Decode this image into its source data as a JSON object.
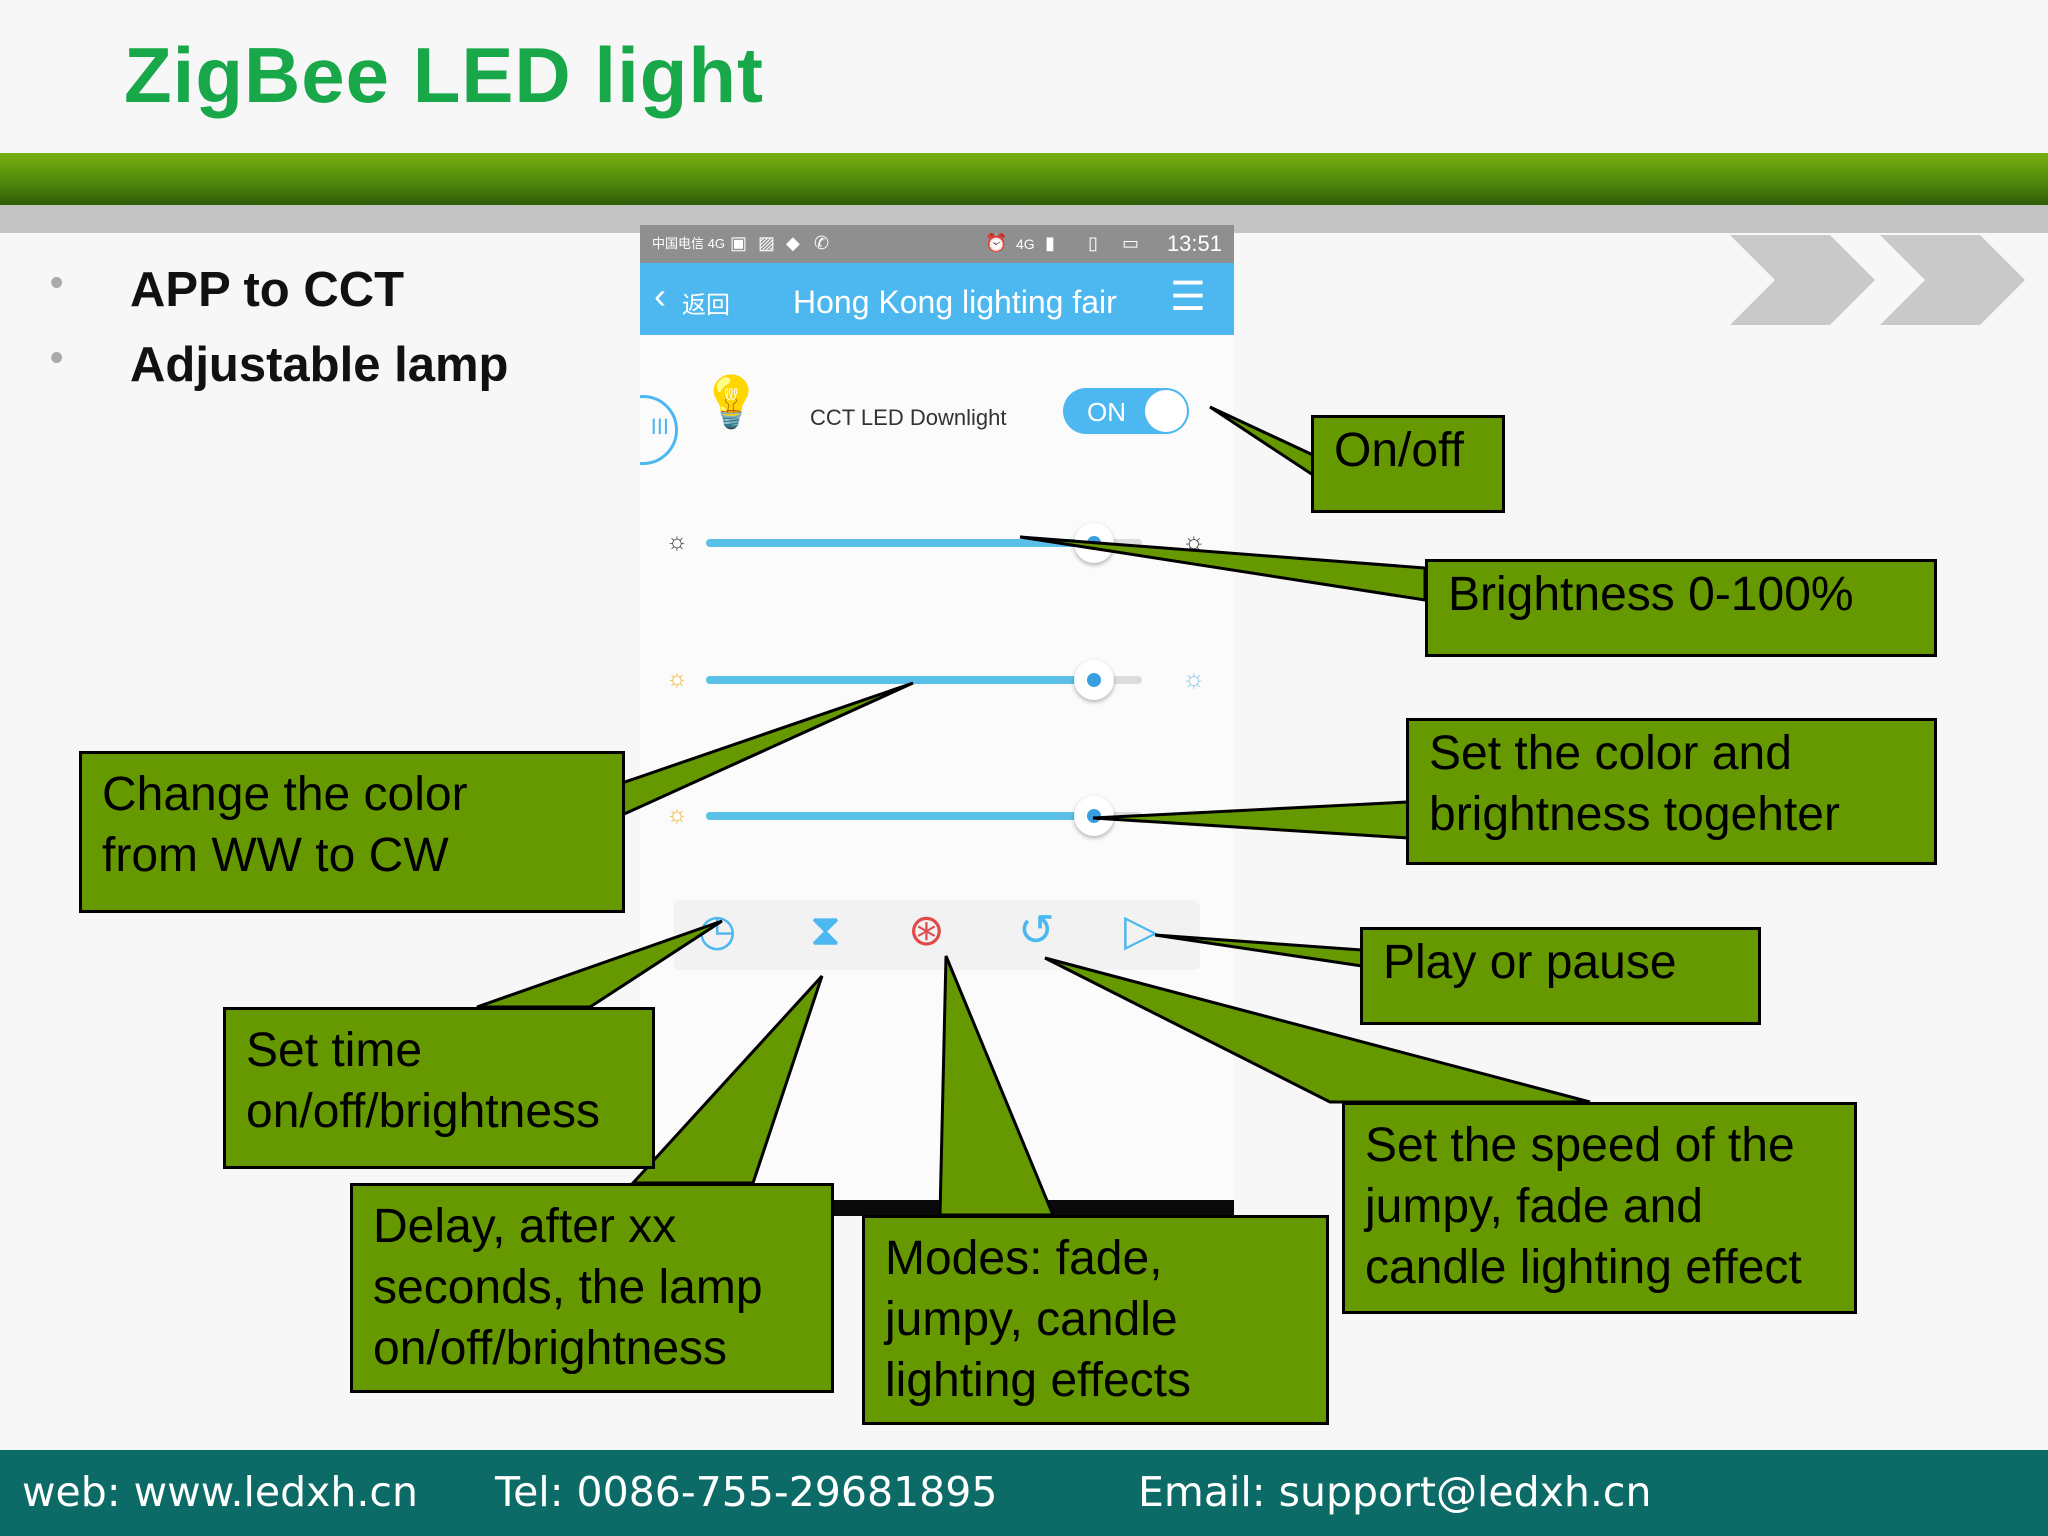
{
  "slide": {
    "title": "ZigBee LED light",
    "bullets": [
      "APP to CCT",
      "Adjustable lamp"
    ]
  },
  "phone": {
    "status_bar": {
      "carrier": "中国电信 4G",
      "network": "4G",
      "time": "13:51"
    },
    "app_bar": {
      "back_label": "返回",
      "title": "Hong Kong lighting fair"
    },
    "device": {
      "name": "CCT LED Downlight",
      "toggle_label": "ON"
    },
    "sliders": [
      {
        "name": "brightness",
        "fill_percent": 89
      },
      {
        "name": "color-temperature",
        "fill_percent": 89
      },
      {
        "name": "color-and-brightness",
        "fill_percent": 89
      }
    ],
    "toolbar_icons": [
      "clock-icon",
      "hourglass-icon",
      "color-circles-icon",
      "refresh-icon",
      "play-icon"
    ]
  },
  "callouts": {
    "on_off": "On/off",
    "brightness": "Brightness 0-100%",
    "color_brightness": [
      "Set the color and",
      "brightness togehter"
    ],
    "change_color": [
      "Change the color",
      "from WW to CW"
    ],
    "play_pause": "Play or pause",
    "set_time": [
      "Set time",
      "on/off/brightness"
    ],
    "speed": [
      "Set the speed of the",
      "jumpy, fade and",
      "candle lighting effect"
    ],
    "delay": [
      "Delay, after xx",
      "seconds, the lamp",
      "on/off/brightness"
    ],
    "modes": [
      "Modes: fade,",
      "jumpy, candle",
      "lighting effects"
    ]
  },
  "footer": {
    "web": "web: www.ledxh.cn",
    "tel": "Tel: 0086-755-29681895",
    "email": "Email: support@ledxh.cn"
  },
  "colors": {
    "title_green": "#18a84a",
    "callout_green": "#669900",
    "app_blue": "#4db8ef",
    "footer_teal": "#0c6a67"
  }
}
